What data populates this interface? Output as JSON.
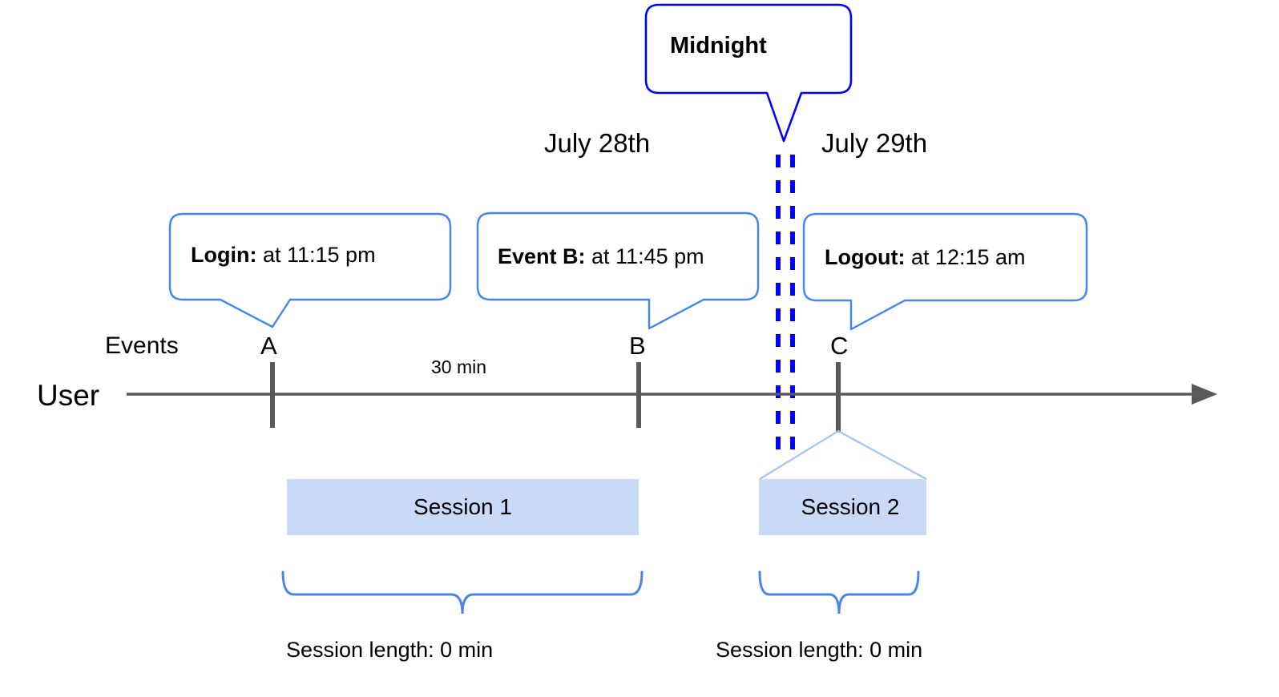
{
  "diagram": {
    "title": "User session timeline across midnight",
    "colors": {
      "callout_border": "#4285f4",
      "midnight_border": "#0000ff",
      "midnight_dash": "#0000ff",
      "axis": "#595959",
      "tick": "#595959",
      "session_fill": "#c9daf8",
      "session_tent": "#a4c2f4",
      "brace": "#4a86e8",
      "text": "#000000"
    },
    "axis": {
      "row_label": "User",
      "events_label": "Events",
      "arrow_icon": "arrow-right-icon"
    },
    "date_labels": [
      {
        "text": "July 28th"
      },
      {
        "text": "July 29th"
      }
    ],
    "midnight_callout": {
      "label": "Midnight"
    },
    "markers": [
      {
        "letter": "A"
      },
      {
        "letter": "B"
      },
      {
        "letter": "C"
      }
    ],
    "interval_label": "30 min",
    "event_callouts": [
      {
        "name": "Login",
        "prefix": "Login:",
        "detail": " at 11:15 pm"
      },
      {
        "name": "Event B",
        "prefix": "Event B:",
        "detail": " at 11:45 pm"
      },
      {
        "name": "Logout",
        "prefix": "Logout:",
        "detail": " at 12:15 am"
      }
    ],
    "sessions": [
      {
        "label": "Session 1",
        "length_label": "Session length: 0 min"
      },
      {
        "label": "Session 2",
        "length_label": "Session length: 0 min"
      }
    ]
  }
}
